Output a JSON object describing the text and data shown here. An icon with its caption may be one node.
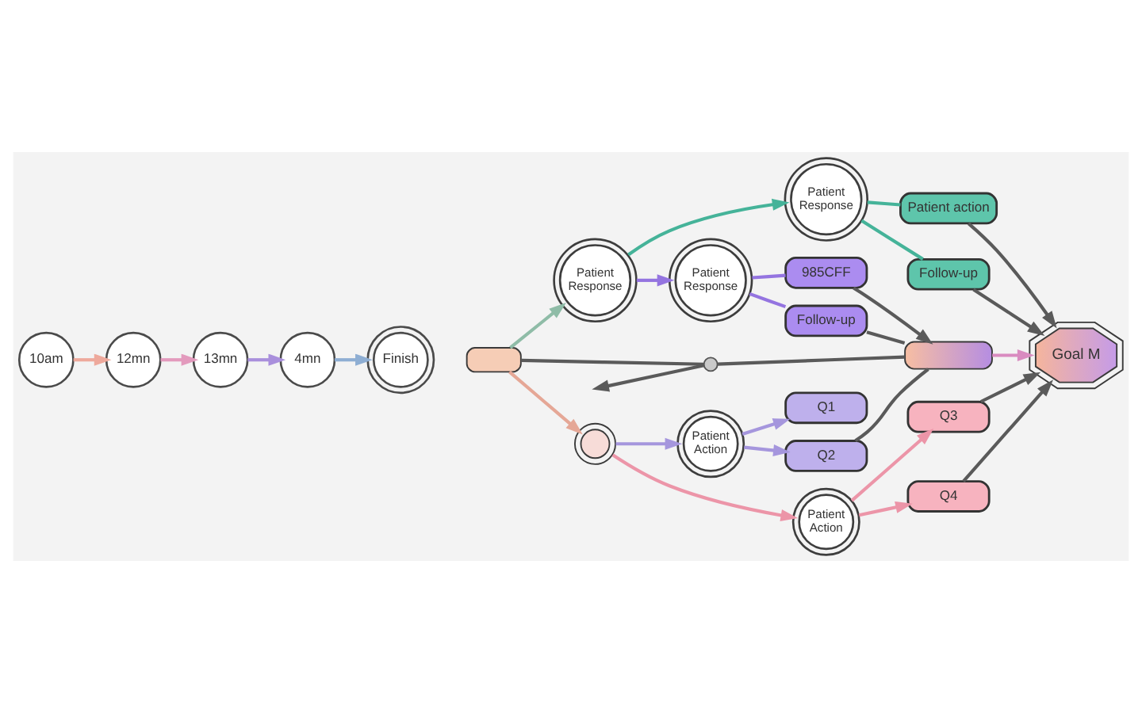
{
  "diagram": {
    "nodes": [
      {
        "text": [
          "10am"
        ]
      },
      {
        "text": [
          "12mn"
        ]
      },
      {
        "text": [
          "13mn"
        ]
      },
      {
        "text": [
          "4mn"
        ]
      },
      {
        "text": [
          "Finish"
        ]
      },
      {
        "text": [],
        "shape": "bar"
      },
      {
        "text": [
          "Patient Response"
        ]
      },
      {
        "text": [
          "Patient Response"
        ]
      },
      {
        "text": [
          "Patient action"
        ]
      },
      {
        "text": [
          "Follow-up"
        ]
      },
      {
        "text": [
          "Patient Response"
        ]
      },
      {
        "text": [
          "985CFF"
        ]
      },
      {
        "text": [
          "Follow-up"
        ]
      },
      {
        "text": [],
        "shape": "circle"
      },
      {
        "text": [],
        "shape": "circle"
      },
      {
        "text": [
          "Patient Action"
        ]
      },
      {
        "text": [
          "Q1"
        ]
      },
      {
        "text": [
          "Q2"
        ]
      },
      {
        "text": [
          "Patient Action"
        ]
      },
      {
        "text": [
          "Q3"
        ]
      },
      {
        "text": [
          "Q4"
        ]
      },
      {
        "text": [],
        "shape": "bar"
      },
      {
        "text": [
          "Goal M"
        ]
      }
    ],
    "edges": [
      {
        "from": 0,
        "to": 1,
        "arrow": "to",
        "color": "#eea99c"
      },
      {
        "from": 1,
        "to": 2,
        "arrow": "to",
        "color": "#e39abd"
      },
      {
        "from": 2,
        "to": 3,
        "arrow": "to",
        "color": "#a98fdc"
      },
      {
        "from": 3,
        "to": 4,
        "arrow": "to",
        "color": "#8eaed3"
      },
      {
        "from": 5,
        "to": 6,
        "arrow": "to",
        "color": "#8fbca7"
      },
      {
        "from": 5,
        "to": 13,
        "arrow": "none"
      },
      {
        "from": 5,
        "to": 14,
        "arrow": "to",
        "color": "#e5a796"
      },
      {
        "from": 6,
        "to": 7,
        "arrow": "to",
        "color": "#45b399"
      },
      {
        "from": 6,
        "to": 10,
        "arrow": "to",
        "color": "#9474e0"
      },
      {
        "from": 7,
        "to": 8,
        "arrow": "none",
        "color": "#45b399"
      },
      {
        "from": 7,
        "to": 9,
        "arrow": "none",
        "color": "#45b399"
      },
      {
        "from": 10,
        "to": 11,
        "arrow": "none",
        "color": "#9474e0"
      },
      {
        "from": 10,
        "to": 12,
        "arrow": "none",
        "color": "#9474e0"
      },
      {
        "from": 13,
        "to": null,
        "arrow": "to"
      },
      {
        "from": 13,
        "to": 21,
        "arrow": "none"
      },
      {
        "from": 14,
        "to": 15,
        "arrow": "to",
        "color": "#a596dd"
      },
      {
        "from": 14,
        "to": 18,
        "arrow": "to",
        "color": "#ec95a8"
      },
      {
        "from": 15,
        "to": 16,
        "arrow": "to",
        "color": "#a596dd"
      },
      {
        "from": 15,
        "to": 17,
        "arrow": "to",
        "color": "#a596dd"
      },
      {
        "from": 18,
        "to": 19,
        "arrow": "to",
        "color": "#ec95a8"
      },
      {
        "from": 18,
        "to": 20,
        "arrow": "to",
        "color": "#ec95a8"
      },
      {
        "from": 8,
        "to": 22,
        "arrow": "to"
      },
      {
        "from": 9,
        "to": 22,
        "arrow": "to"
      },
      {
        "from": 11,
        "to": 21,
        "arrow": "to"
      },
      {
        "from": 12,
        "to": 21,
        "arrow": "none"
      },
      {
        "from": 17,
        "to": 21,
        "arrow": "none"
      },
      {
        "from": 19,
        "to": 22,
        "arrow": "to"
      },
      {
        "from": 20,
        "to": 22,
        "arrow": "to"
      },
      {
        "from": 21,
        "to": 22,
        "arrow": "to",
        "color": "#d98bc0"
      }
    ]
  }
}
